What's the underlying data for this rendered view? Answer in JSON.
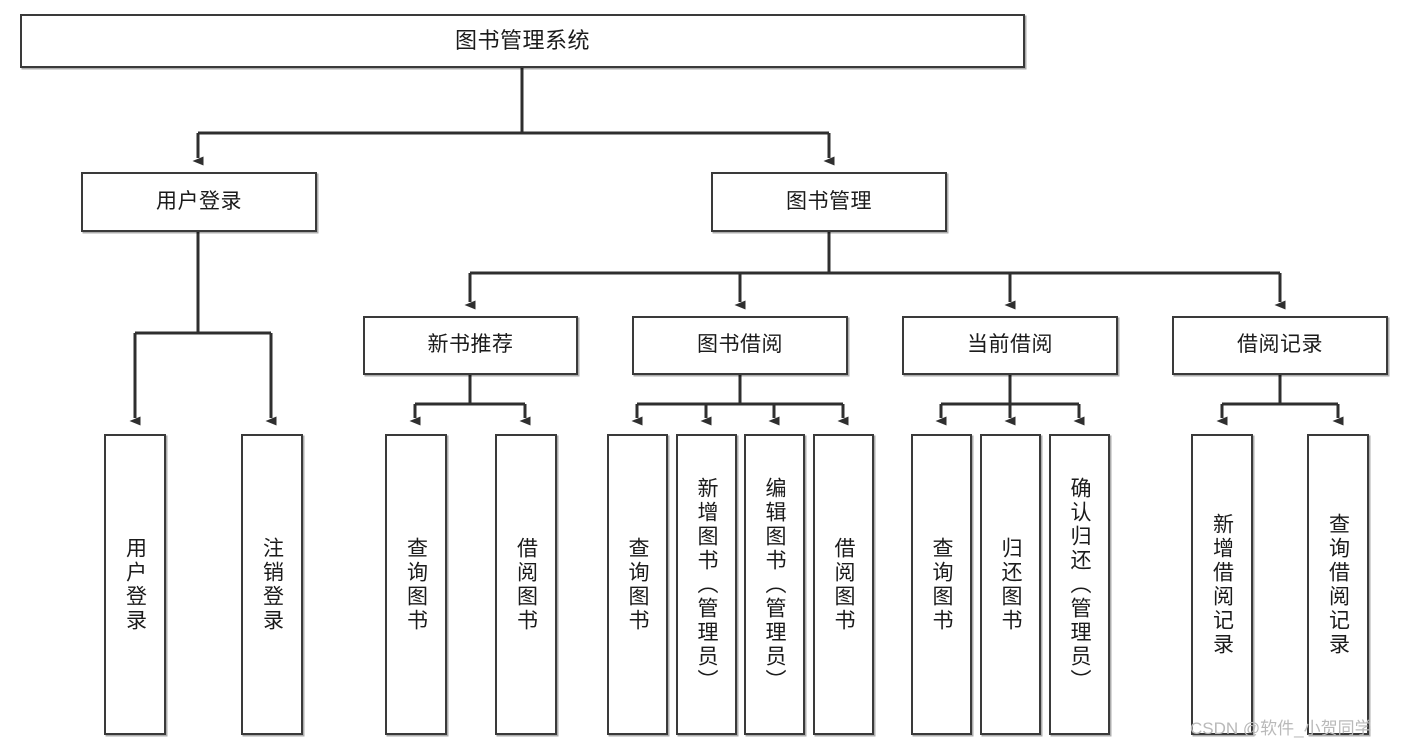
{
  "diagram": {
    "type": "tree-hierarchy",
    "title": "图书管理系统",
    "watermark": "CSDN @软件_小贺同学",
    "colors": {
      "box_border": "#3a3a3a",
      "box_fill": "#ffffff",
      "connector": "#2f2f2f",
      "watermark": "#b9b9b9",
      "background": "#ffffff"
    },
    "nodes": {
      "root": {
        "label": "图书管理系统"
      },
      "level2": [
        {
          "id": "user-login",
          "label": "用户登录"
        },
        {
          "id": "book-management",
          "label": "图书管理"
        }
      ],
      "level3": [
        {
          "id": "new-book-recommend",
          "label": "新书推荐"
        },
        {
          "id": "book-borrow",
          "label": "图书借阅"
        },
        {
          "id": "current-borrow",
          "label": "当前借阅"
        },
        {
          "id": "borrow-record",
          "label": "借阅记录"
        }
      ],
      "leaves": {
        "user-login": [
          {
            "id": "leaf-user-login",
            "label": "用户登录"
          },
          {
            "id": "leaf-logout-login",
            "label": "注销登录"
          }
        ],
        "new-book-recommend": [
          {
            "id": "leaf-query-book-1",
            "label": "查询图书"
          },
          {
            "id": "leaf-borrow-book-1",
            "label": "借阅图书"
          }
        ],
        "book-borrow": [
          {
            "id": "leaf-query-book-2",
            "label": "查询图书"
          },
          {
            "id": "leaf-add-book-admin",
            "label": "新增图书（管理员）"
          },
          {
            "id": "leaf-edit-book-admin",
            "label": "编辑图书（管理员）"
          },
          {
            "id": "leaf-borrow-book-2",
            "label": "借阅图书"
          }
        ],
        "current-borrow": [
          {
            "id": "leaf-query-book-3",
            "label": "查询图书"
          },
          {
            "id": "leaf-return-book",
            "label": "归还图书"
          },
          {
            "id": "leaf-confirm-return-admin",
            "label": "确认归还（管理员）"
          }
        ],
        "borrow-record": [
          {
            "id": "leaf-add-borrow-record",
            "label": "新增借阅记录"
          },
          {
            "id": "leaf-query-borrow-record",
            "label": "查询借阅记录"
          }
        ]
      }
    }
  }
}
